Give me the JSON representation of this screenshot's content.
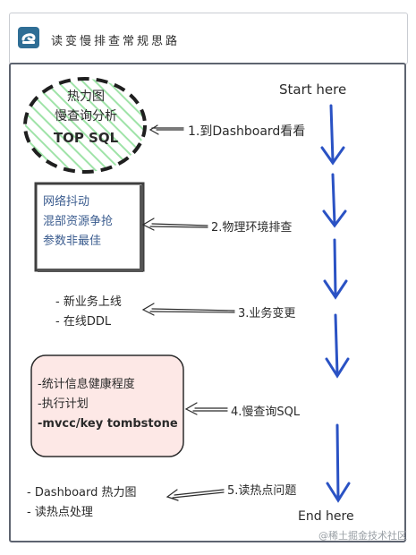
{
  "header": {
    "title": "读变慢排查常规思路",
    "logo_icon": "brand-logo-icon"
  },
  "flow": {
    "start": "Start here",
    "end": "End here",
    "steps": [
      "1.到Dashboard看看",
      "2.物理环境排查",
      "3.业务变更",
      "4.慢查询SQL",
      "5.读热点问题"
    ]
  },
  "boxes": {
    "dashboard": [
      "热力图",
      "慢查询分析",
      "TOP SQL"
    ],
    "physical": [
      "网络抖动",
      "混部资源争抢",
      "参数非最佳"
    ],
    "business": [
      "- 新业务上线",
      "- 在线DDL"
    ],
    "sql": [
      "-统计信息健康程度",
      "-执行计划",
      "-mvcc/key tombstone"
    ],
    "hotspot": [
      "- Dashboard 热力图",
      "- 读热点处理"
    ]
  },
  "watermark": "@稀土掘金技术社区",
  "colors": {
    "arrow_blue": "#2a52c4",
    "hatch_green": "#9fe3a8",
    "pink_fill": "#fde8e6",
    "dark": "#2b2b2b",
    "frame": "#5e6470"
  }
}
